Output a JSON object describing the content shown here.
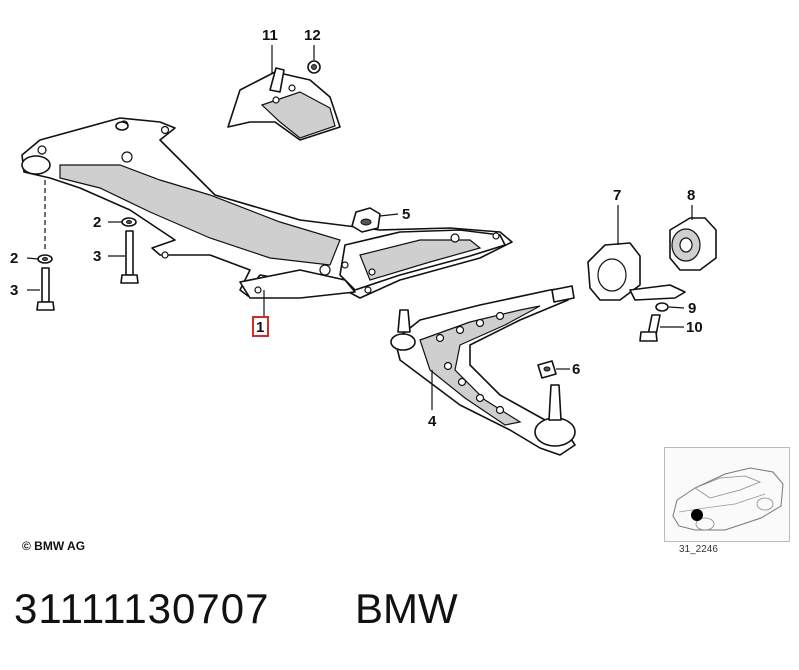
{
  "callouts": {
    "c1": "1",
    "c2a": "2",
    "c2b": "2",
    "c3a": "3",
    "c3b": "3",
    "c4": "4",
    "c5": "5",
    "c6": "6",
    "c7": "7",
    "c8": "8",
    "c9": "9",
    "c10": "10",
    "c11": "11",
    "c12": "12"
  },
  "highlight_color": "#d22b2b",
  "copyright": "© BMW AG",
  "inset": {
    "ref_code": "31_2246"
  },
  "footer": {
    "part_number": "31111130707",
    "brand": "BMW"
  }
}
